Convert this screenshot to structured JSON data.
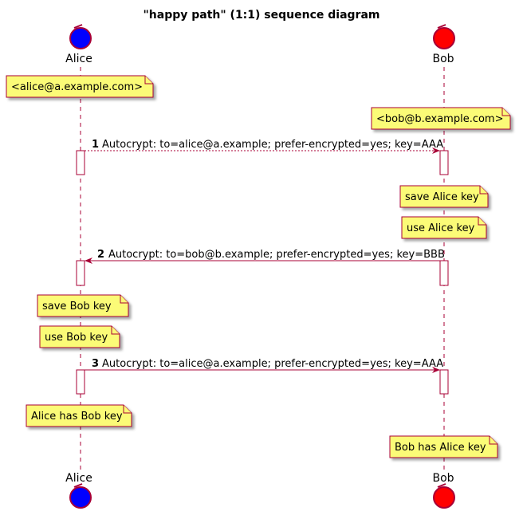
{
  "title": "\"happy path\" (1:1) sequence diagram",
  "participants": [
    {
      "id": "alice",
      "name": "Alice",
      "color": "#0000FF"
    },
    {
      "id": "bob",
      "name": "Bob",
      "color": "#FF0000"
    }
  ],
  "notes": [
    {
      "id": "alice-email",
      "text": "<alice@a.example.com>",
      "over": "alice"
    },
    {
      "id": "bob-email",
      "text": "<bob@b.example.com>",
      "over": "bob"
    },
    {
      "id": "save-alice-key",
      "text": "save Alice key",
      "over": "bob"
    },
    {
      "id": "use-alice-key",
      "text": "use Alice key",
      "over": "bob"
    },
    {
      "id": "save-bob-key",
      "text": "save Bob key",
      "over": "alice"
    },
    {
      "id": "use-bob-key",
      "text": "use Bob key",
      "over": "alice"
    },
    {
      "id": "alice-has-bob-key",
      "text": "Alice has Bob key",
      "over": "alice"
    },
    {
      "id": "bob-has-alice-key",
      "text": "Bob has Alice key",
      "over": "bob"
    }
  ],
  "messages": [
    {
      "number": "1",
      "text": "Autocrypt: to=alice@a.example; prefer-encrypted=yes; key=AAA",
      "from": "alice",
      "to": "bob",
      "style": "dashed"
    },
    {
      "number": "2",
      "text": "Autocrypt: to=bob@b.example; prefer-encrypted=yes; key=BBB",
      "from": "bob",
      "to": "alice",
      "style": "solid"
    },
    {
      "number": "3",
      "text": "Autocrypt: to=alice@a.example; prefer-encrypted=yes; key=AAA",
      "from": "alice",
      "to": "bob",
      "style": "solid"
    }
  ],
  "colors": {
    "lifeline": "#A80036",
    "note_fill": "#FBFB77",
    "note_border": "#A80036",
    "activation_fill": "#FFFFFF",
    "arrow": "#A80036"
  }
}
